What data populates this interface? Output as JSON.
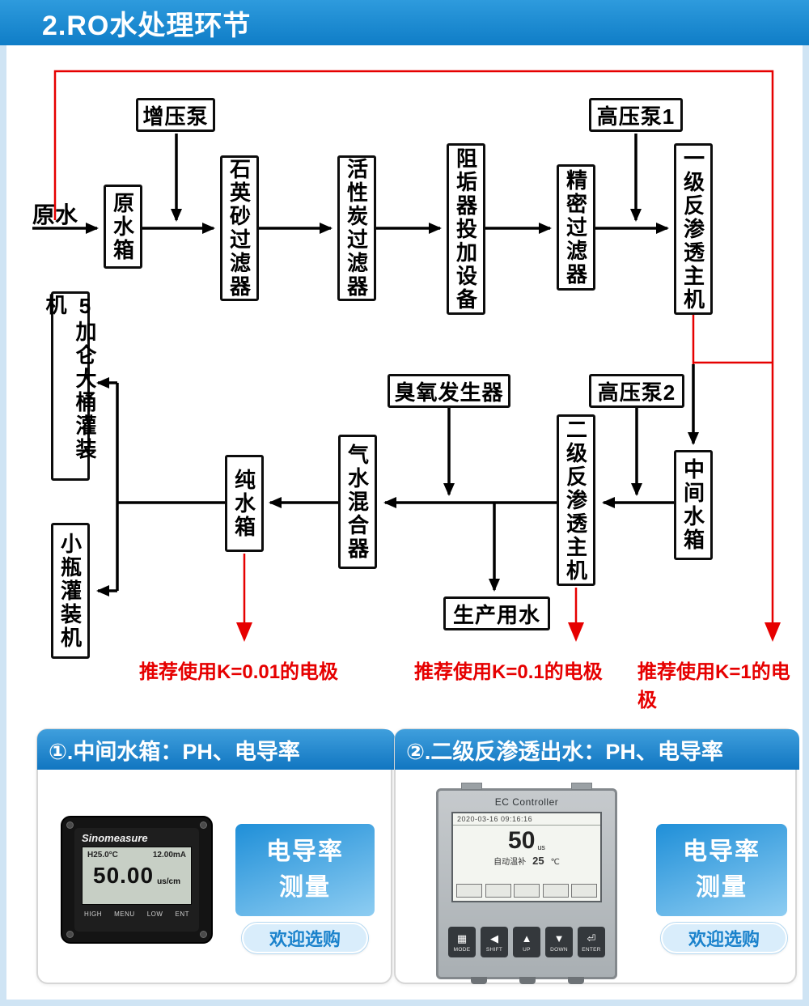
{
  "page": {
    "title": "2.RO水处理环节"
  },
  "flow": {
    "source_label": "原水",
    "nodes": {
      "raw_tank": "原水箱",
      "booster_pump": "增压泵",
      "quartz_filter": "石英砂过滤器",
      "carbon_filter": "活性炭过滤器",
      "antiscalant": "阻垢器投加设备",
      "precision_filter": "精密过滤器",
      "hp_pump1": "高压泵1",
      "ro_stage1": "一级反渗透主机",
      "gallon_filler": "5加仑大桶灌装机",
      "bottle_filler": "小瓶灌装机",
      "pure_tank": "纯水箱",
      "gas_water_mixer": "气水混合器",
      "ozone_generator": "臭氧发生器",
      "ro_stage2": "二级反渗透主机",
      "hp_pump2": "高压泵2",
      "mid_tank": "中间水箱",
      "production_water": "生产用水"
    },
    "notes": [
      "推荐使用K=0.01的电极",
      "推荐使用K=0.1的电极",
      "推荐使用K=1的电极"
    ]
  },
  "panels": [
    {
      "header": "①.中间水箱：PH、电导率",
      "measure_line1": "电导率",
      "measure_line2": "测量",
      "cta": "欢迎选购",
      "device": {
        "brand": "Sinomeasure",
        "lcd_temp": "H25.0°C",
        "lcd_ma": "12.00mA",
        "lcd_value": "50.00",
        "lcd_unit": "us/cm",
        "keys": [
          "HIGH",
          "MENU",
          "LOW",
          "ENT"
        ]
      }
    },
    {
      "header": "②.二级反渗透出水：PH、电导率",
      "measure_line1": "电导率",
      "measure_line2": "测量",
      "cta": "欢迎选购",
      "device": {
        "title": "EC Controller",
        "datetime": "2020-03-16 09:16:16",
        "value": "50",
        "unit": "us",
        "temp_label": "自动温补",
        "temp_value": "25",
        "temp_unit": "℃",
        "buttons": [
          {
            "icon": "▦",
            "label": "MODE"
          },
          {
            "icon": "◀",
            "label": "SHIFT"
          },
          {
            "icon": "▲",
            "label": "UP"
          },
          {
            "icon": "▼",
            "label": "DOWN"
          },
          {
            "icon": "⏎",
            "label": "ENTER"
          }
        ]
      }
    }
  ],
  "colors": {
    "header_blue": "#1b87d3",
    "accent_red": "#e60000"
  }
}
